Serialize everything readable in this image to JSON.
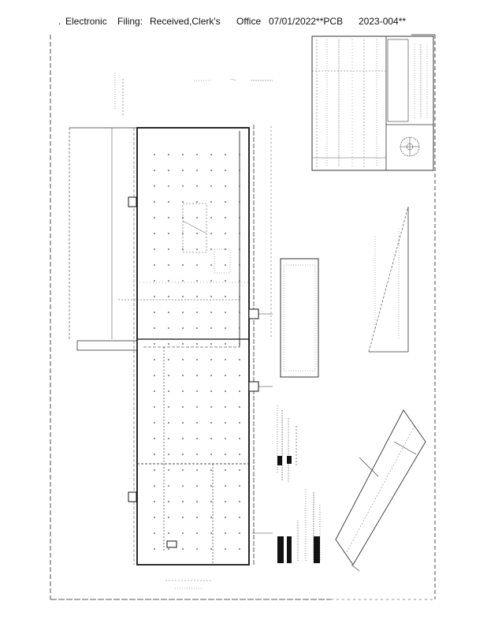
{
  "header": {
    "word1": "Electronic",
    "word2": "Filing:",
    "word3": "Received,Clerk's",
    "word4": "Office",
    "word5": "07/01/2022**PCB",
    "word6": "2023-004**"
  },
  "drawing": {
    "description_visible": false
  }
}
